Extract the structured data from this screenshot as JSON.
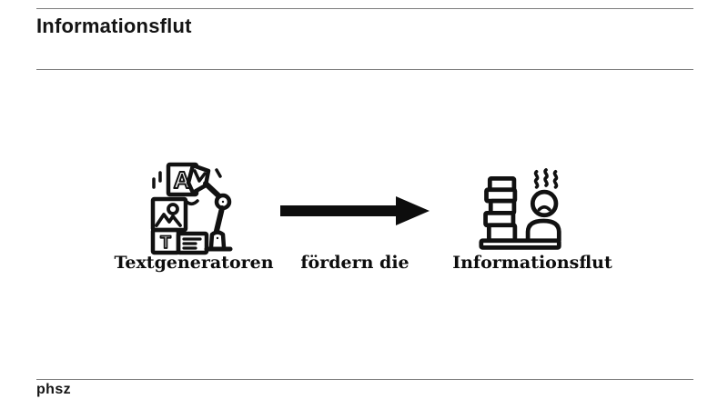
{
  "slide": {
    "title": "Informationsflut",
    "footer_logo": "phsz"
  },
  "diagram": {
    "subject": {
      "label": "Textgeneratoren",
      "icon": "text-generator-robot-arm-icon"
    },
    "relation": {
      "label": "fördern die",
      "icon": "right-arrow-icon"
    },
    "object": {
      "label": "Informationsflut",
      "icon": "book-stack-overwhelmed-person-icon"
    }
  },
  "icons": {
    "letter_on_generated_card": "A",
    "letter_on_document": "T"
  },
  "colors": {
    "ink": "#111111",
    "rule": "#7d7d7d",
    "background": "#ffffff"
  }
}
